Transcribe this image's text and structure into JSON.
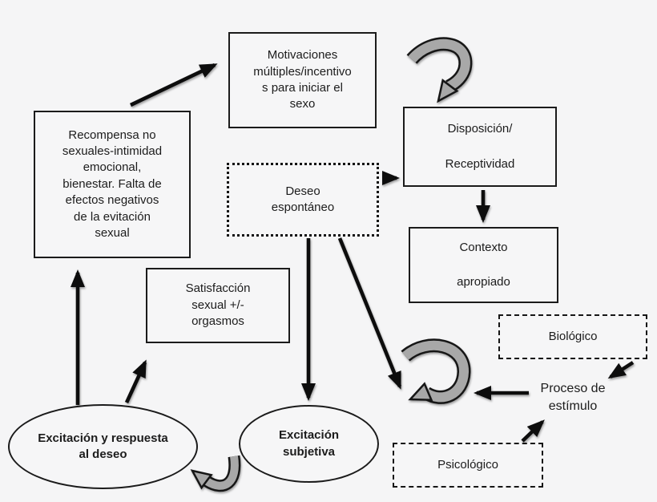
{
  "diagram": {
    "language": "es",
    "colors": {
      "background": "#f5f5f6",
      "line": "#111111",
      "curved_arrow_fill": "#a8a8a8",
      "node_border": "#1b1b1b"
    },
    "nodes": {
      "motivaciones": {
        "shape": "rect-solid",
        "lines": [
          "Motivaciones",
          "múltiples/incentivo",
          "s para iniciar el",
          "sexo"
        ]
      },
      "recompensa": {
        "shape": "rect-solid",
        "lines": [
          "Recompensa no",
          "sexuales-intimidad",
          "emocional,",
          "bienestar. Falta de",
          "efectos negativos",
          "de la evitación",
          "sexual"
        ]
      },
      "deseo_espontaneo": {
        "shape": "rect-dotted",
        "lines": [
          "Deseo",
          "espontáneo"
        ]
      },
      "disposicion": {
        "shape": "rect-solid",
        "lines": [
          "Disposición/",
          "Receptividad"
        ]
      },
      "contexto": {
        "shape": "rect-solid",
        "lines": [
          "Contexto",
          "apropiado"
        ]
      },
      "satisfaccion": {
        "shape": "rect-solid",
        "lines": [
          "Satisfacción",
          "sexual +/-",
          "orgasmos"
        ]
      },
      "excitacion_respuesta": {
        "shape": "ellipse",
        "lines": [
          "Excitación y respuesta",
          "al deseo"
        ]
      },
      "excitacion_subjetiva": {
        "shape": "ellipse",
        "lines": [
          "Excitación",
          "subjetiva"
        ]
      },
      "biologico": {
        "shape": "rect-dashed",
        "lines": [
          "Biológico"
        ]
      },
      "psicologico": {
        "shape": "rect-dashed",
        "lines": [
          "Psicológico"
        ]
      },
      "proceso_estimulo": {
        "shape": "text-only",
        "lines": [
          "Proceso de",
          "estímulo"
        ]
      }
    },
    "edges": [
      {
        "from": "recompensa",
        "to": "motivaciones",
        "style": "straight-black"
      },
      {
        "from": "deseo_espontaneo",
        "to": "disposicion",
        "style": "straight-black"
      },
      {
        "from": "disposicion",
        "to": "contexto",
        "style": "straight-black"
      },
      {
        "from": "deseo_espontaneo",
        "to": "excitacion_subjetiva",
        "style": "straight-black"
      },
      {
        "from": "deseo_espontaneo",
        "to": "loop-arousal",
        "style": "straight-black"
      },
      {
        "from": "excitacion_respuesta",
        "to": "recompensa",
        "style": "straight-black"
      },
      {
        "from": "excitacion_respuesta",
        "to": "satisfaccion",
        "style": "straight-black"
      },
      {
        "from": "proceso_estimulo",
        "to": "loop-arousal",
        "style": "straight-black"
      },
      {
        "from": "biologico",
        "to": "proceso_estimulo",
        "style": "straight-black"
      },
      {
        "from": "psicologico",
        "to": "proceso_estimulo",
        "style": "straight-black"
      },
      {
        "from": "entry",
        "to": "disposicion",
        "style": "curved-gray"
      },
      {
        "from": "loop-arousal",
        "to": "loop-arousal",
        "style": "curved-gray-loop"
      },
      {
        "from": "excitacion_subjetiva",
        "to": "excitacion_respuesta",
        "style": "curved-gray-u"
      }
    ]
  }
}
